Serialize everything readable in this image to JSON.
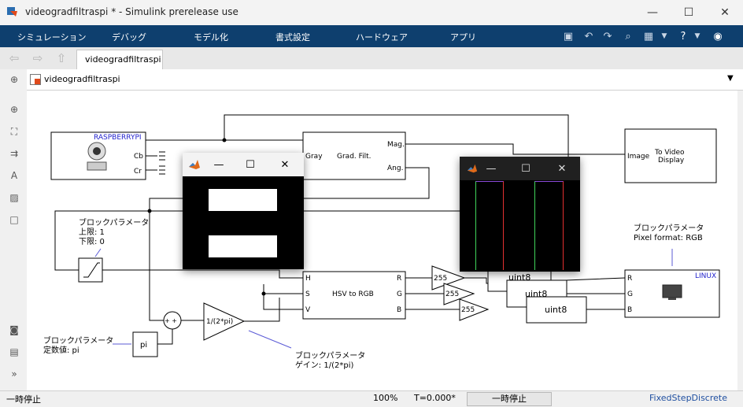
{
  "window": {
    "title": "videogradfiltraspi * - Simulink prerelease use",
    "minimize": "—",
    "maximize": "☐",
    "close": "✕"
  },
  "menu": {
    "items": [
      "シミュレーション",
      "デバッグ",
      "モデル化",
      "書式設定",
      "ハードウェア",
      "アプリ"
    ]
  },
  "tabs": {
    "active": "videogradfiltraspi"
  },
  "address": {
    "path": "videogradfiltraspi"
  },
  "diagram": {
    "camera": {
      "title": "RASPBERRYPI",
      "port_cb": "Cb",
      "port_cr": "Cr"
    },
    "gradfilt": {
      "label": "Grad. Filt.",
      "in": "Gray",
      "out_mag": "Mag.",
      "out_ang": "Ang."
    },
    "video_display": {
      "in": "Image",
      "label1": "To Video",
      "label2": "Display"
    },
    "hsv": {
      "label": "HSV to RGB",
      "in_h": "H",
      "in_s": "S",
      "in_v": "V",
      "out_r": "R",
      "out_g": "G",
      "out_b": "B"
    },
    "gains": [
      "255",
      "255",
      "255"
    ],
    "converts": [
      "uint8",
      "uint8",
      "uint8"
    ],
    "linux": {
      "title": "LINUX",
      "in_r": "R",
      "in_g": "G",
      "in_b": "B"
    },
    "const_pi": "pi",
    "gain_inv": "1/(2*pi)",
    "sum_signs": "+ +",
    "ann_sat": {
      "l1": "ブロックパラメータ",
      "l2": "上限: 1",
      "l3": "下限: 0"
    },
    "ann_px": {
      "l1": "ブロックパラメータ",
      "l2": "Pixel format: RGB"
    },
    "ann_const": {
      "l1": "ブロックパラメータ",
      "l2": "定数値: pi"
    },
    "ann_gain": {
      "l1": "ブロックパラメータ",
      "l2": "ゲイン: 1/(2*pi)"
    }
  },
  "fig1": {
    "minimize": "—",
    "maximize": "☐",
    "close": "✕"
  },
  "fig2": {
    "minimize": "—",
    "maximize": "☐",
    "close": "✕"
  },
  "status": {
    "left": "一時停止",
    "zoom": "100%",
    "time": "T=0.000*",
    "pause_button": "一時停止",
    "solver": "FixedStepDiscrete"
  },
  "colors": {
    "menubar": "#0e3f6e",
    "solver_text": "#1f4fa0",
    "annotation_line": "#5b5bd6"
  }
}
